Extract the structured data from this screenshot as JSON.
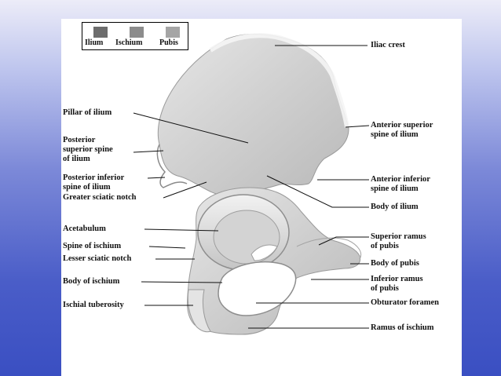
{
  "legend": {
    "ilium": "Ilium",
    "ischium": "Ischium",
    "pubis": "Pubis",
    "colors": {
      "ilium": "#6d6d6d",
      "ischium": "#8c8c8c",
      "pubis": "#a5a5a5"
    }
  },
  "labels": {
    "left": {
      "pillar_of_ilium": "Pillar of ilium",
      "posterior_superior_spine_1": "Posterior",
      "posterior_superior_spine_2": "superior spine",
      "posterior_superior_spine_3": "of ilium",
      "posterior_inferior_spine_1": "Posterior inferior",
      "posterior_inferior_spine_2": "spine of ilium",
      "greater_sciatic_notch": "Greater sciatic notch",
      "acetabulum": "Acetabulum",
      "spine_of_ischium": "Spine of ischium",
      "lesser_sciatic_notch": "Lesser sciatic notch",
      "body_of_ischium": "Body of ischium",
      "ischial_tuberosity": "Ischial tuberosity"
    },
    "right": {
      "iliac_crest": "Iliac crest",
      "anterior_superior_spine_1": "Anterior superior",
      "anterior_superior_spine_2": "spine of ilium",
      "anterior_inferior_spine_1": "Anterior inferior",
      "anterior_inferior_spine_2": "spine of ilium",
      "body_of_ilium": "Body of ilium",
      "superior_ramus_1": "Superior ramus",
      "superior_ramus_2": "of pubis",
      "body_of_pubis": "Body of pubis",
      "inferior_ramus_1": "Inferior ramus",
      "inferior_ramus_2": "of pubis",
      "obturator_foramen": "Obturator foramen",
      "ramus_of_ischium": "Ramus of ischium"
    }
  }
}
